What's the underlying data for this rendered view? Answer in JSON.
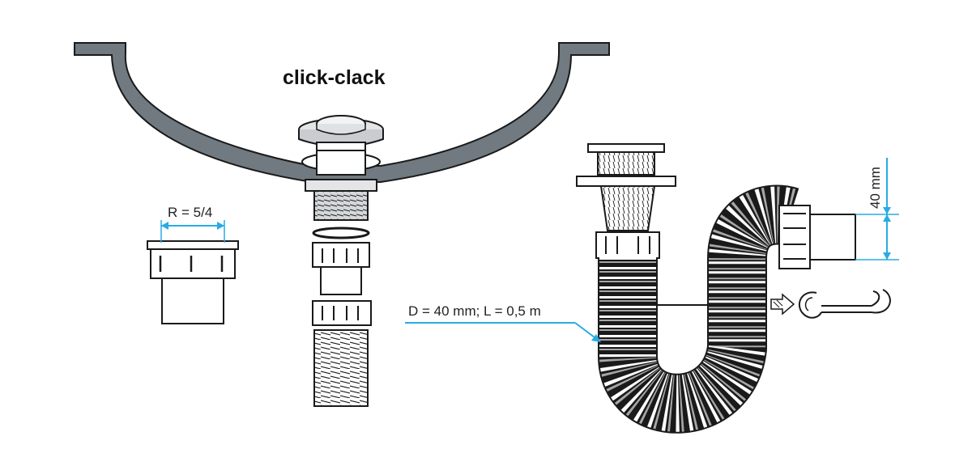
{
  "title": "click-clack",
  "labels": {
    "thread_size": "R = 5/4",
    "hose_spec": "D = 40 mm; L = 0,5 m",
    "outlet_height": "40 mm"
  },
  "colors": {
    "line": "#1a1a1a",
    "sink_fill": "#707a80",
    "dimension": "#29abe2",
    "part_fill": "#ffffff",
    "shade": "#c9cdd0"
  },
  "icons": [
    "arrow-right-icon",
    "hook-clip-icon"
  ]
}
